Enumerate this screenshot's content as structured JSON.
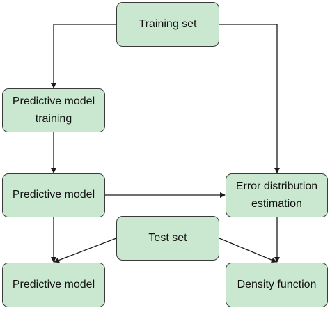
{
  "diagram": {
    "nodes": {
      "training_set": {
        "label": "Training set"
      },
      "pm_training": {
        "line1": "Predictive model",
        "line2": "training"
      },
      "pm_mid": {
        "label": "Predictive model"
      },
      "error_dist": {
        "line1": "Error distribution",
        "line2": "estimation"
      },
      "test_set": {
        "label": "Test set"
      },
      "pm_bottom": {
        "label": "Predictive model"
      },
      "density": {
        "label": "Density function"
      }
    },
    "edges": [
      {
        "from": "Training set",
        "to": "Predictive model training"
      },
      {
        "from": "Training set",
        "to": "Error distribution estimation"
      },
      {
        "from": "Predictive model training",
        "to": "Predictive model"
      },
      {
        "from": "Predictive model",
        "to": "Error distribution estimation"
      },
      {
        "from": "Predictive model",
        "to": "Predictive model (bottom)"
      },
      {
        "from": "Test set",
        "to": "Predictive model (bottom)"
      },
      {
        "from": "Test set",
        "to": "Density function"
      },
      {
        "from": "Error distribution estimation",
        "to": "Density function"
      }
    ],
    "colors": {
      "node_fill": "#c9e8cf",
      "node_border": "#3a3a3a",
      "edge": "#1a1a1a"
    }
  }
}
